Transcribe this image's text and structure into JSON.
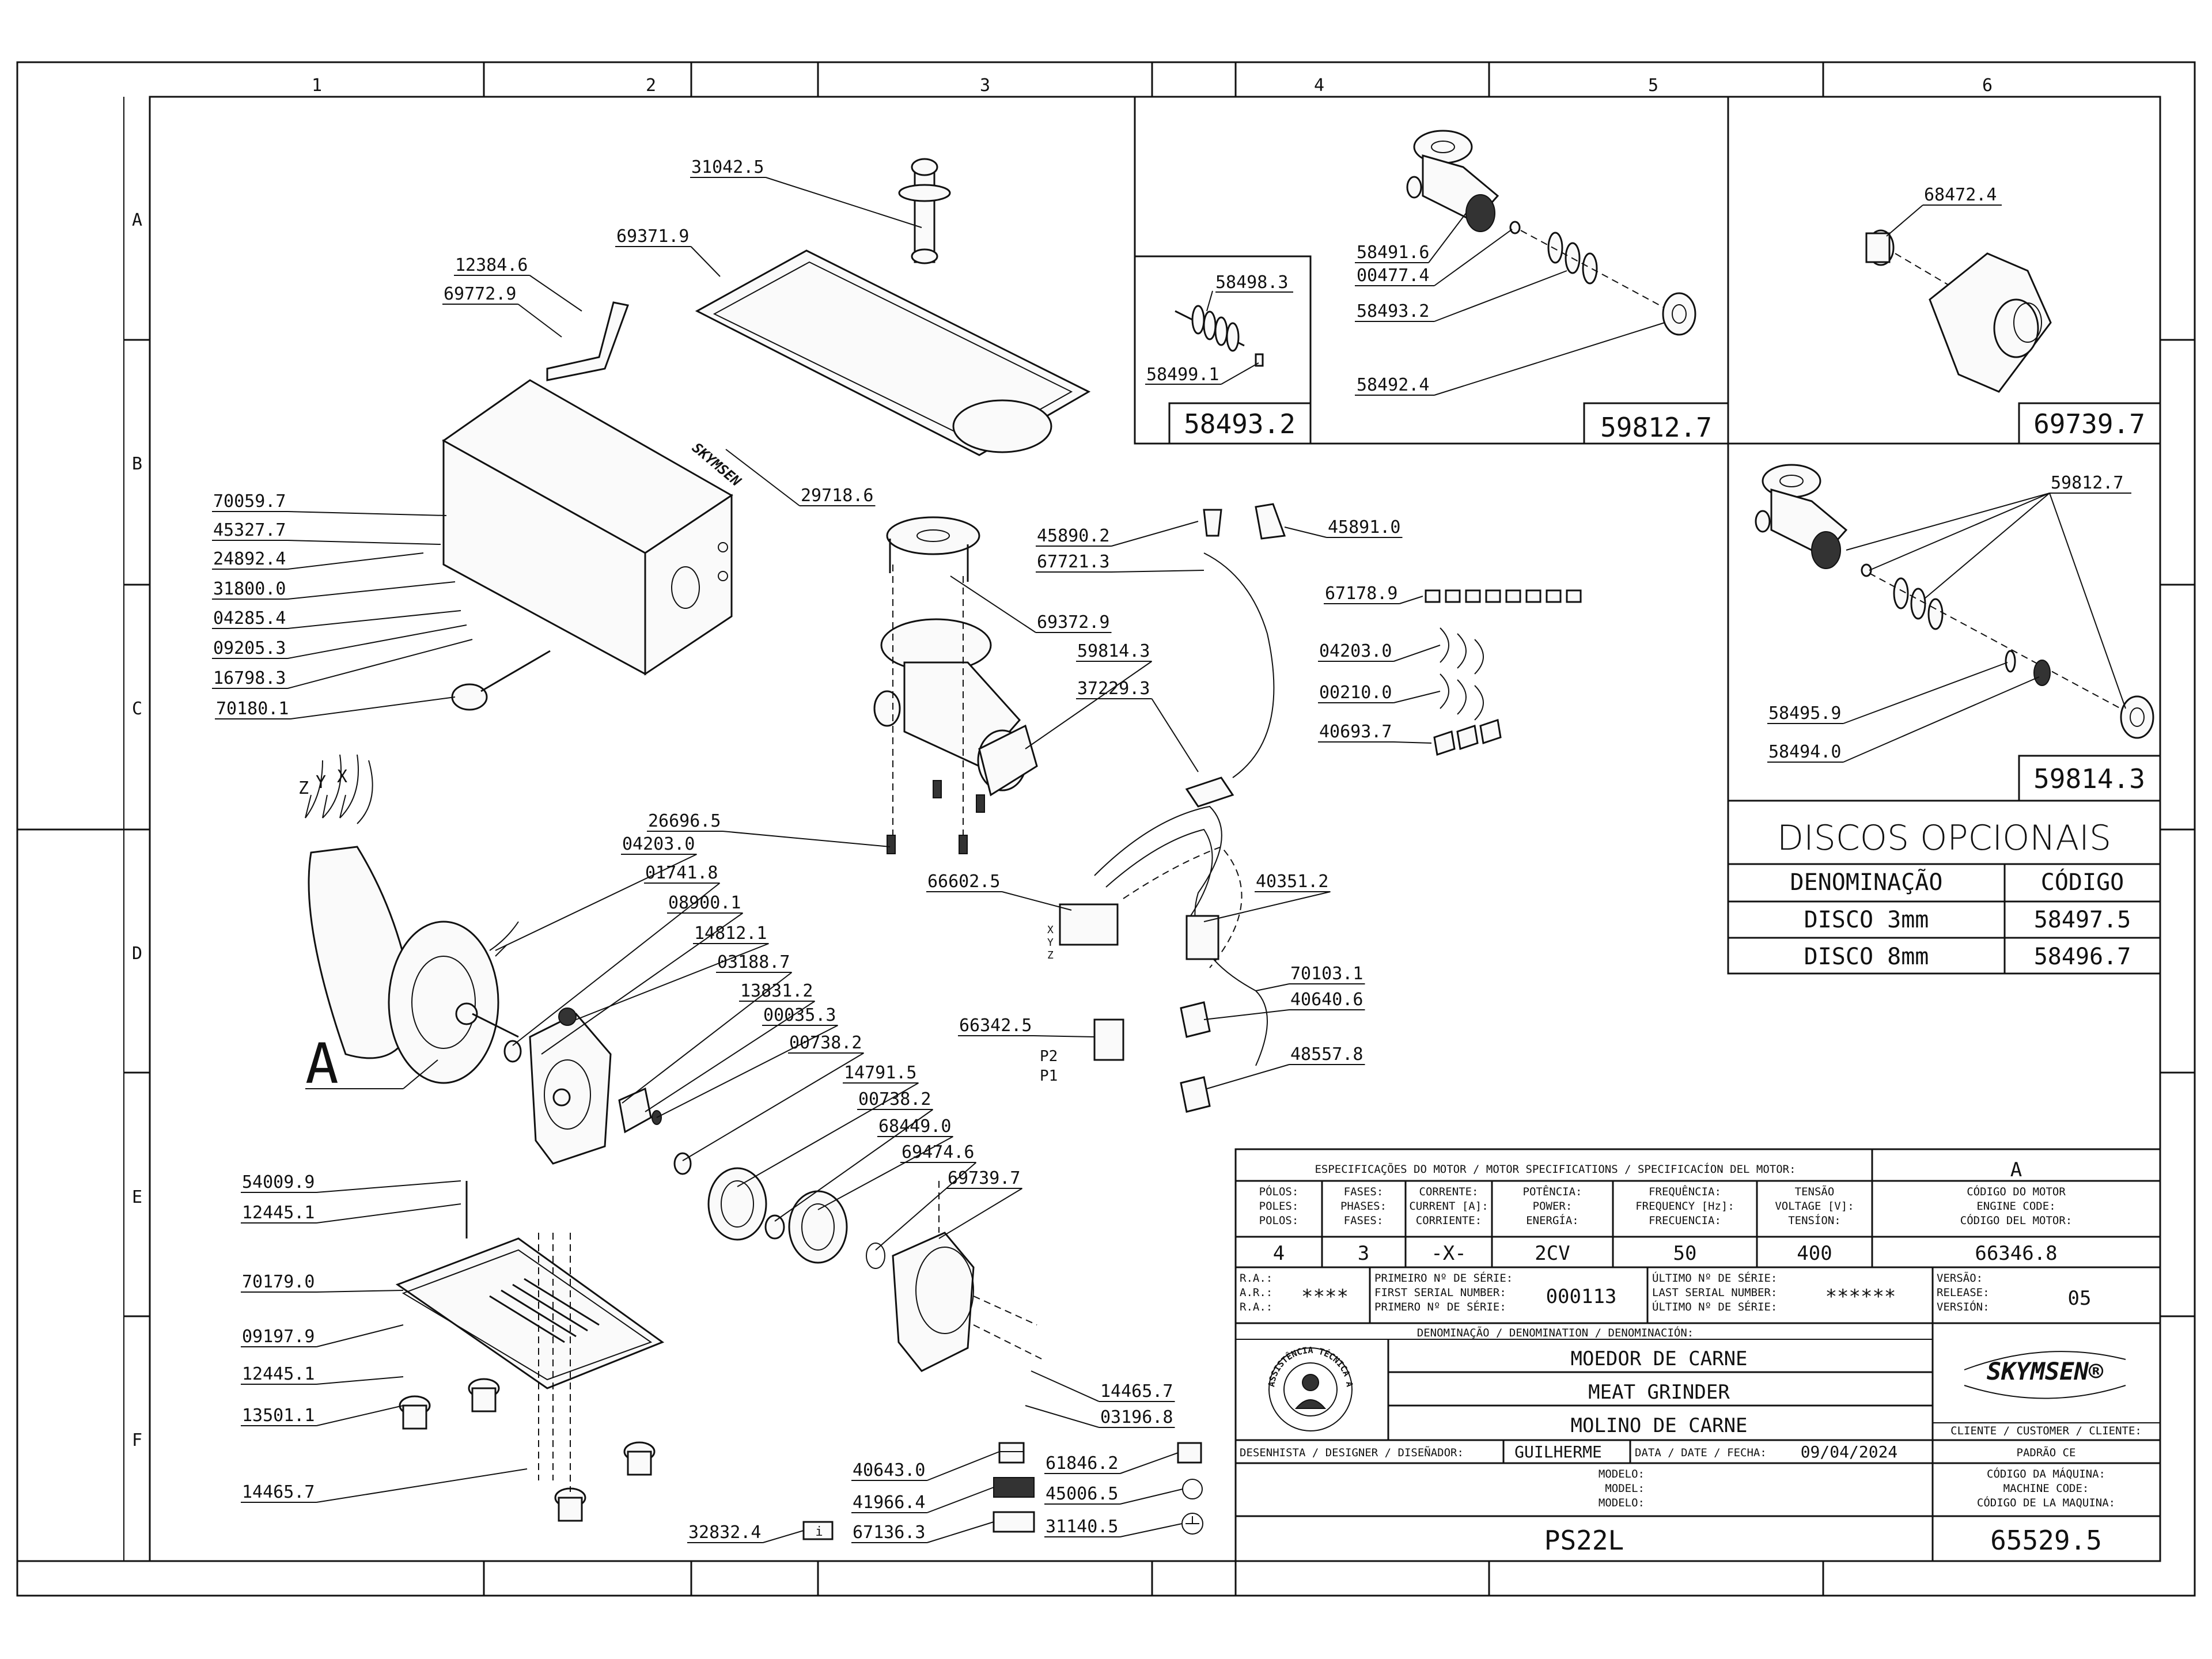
{
  "grid": {
    "columns": [
      "1",
      "2",
      "3",
      "4",
      "5",
      "6"
    ],
    "rows": [
      "A",
      "B",
      "C",
      "D",
      "E",
      "F"
    ]
  },
  "main_view_marker": "A",
  "axes": {
    "z": "Z",
    "y": "Y",
    "x": "X"
  },
  "wire_marks": {
    "x": "X",
    "y": "Y",
    "z": "Z",
    "p1": "P1",
    "p2": "P2"
  },
  "callouts": [
    "31042.5",
    "69371.9",
    "12384.6",
    "69772.9",
    "29718.6",
    "70059.7",
    "45327.7",
    "24892.4",
    "31800.0",
    "04285.4",
    "09205.3",
    "16798.3",
    "70180.1",
    "45890.2",
    "67721.3",
    "45891.0",
    "69372.9",
    "59814.3",
    "37229.3",
    "67178.9",
    "04203.0",
    "00210.0",
    "40693.7",
    "26696.5",
    "04203.0",
    "01741.8",
    "08900.1",
    "14812.1",
    "03188.7",
    "13831.2",
    "00035.3",
    "00738.2",
    "66602.5",
    "40351.2",
    "70103.1",
    "40640.6",
    "66342.5",
    "48557.8",
    "14791.5",
    "00738.2",
    "68449.0",
    "69474.6",
    "69739.7",
    "54009.9",
    "12445.1",
    "70179.0",
    "09197.9",
    "12445.1",
    "13501.1",
    "14465.7",
    "14465.7",
    "03196.8",
    "40643.0",
    "41966.4",
    "67136.3",
    "32832.4",
    "61846.2",
    "45006.5",
    "31140.5"
  ],
  "detail_58493": {
    "code": "58493.2",
    "labels": [
      "58498.3",
      "58499.1"
    ]
  },
  "detail_59812": {
    "code": "59812.7",
    "labels": [
      "58491.6",
      "00477.4",
      "58493.2",
      "58492.4"
    ]
  },
  "detail_69739": {
    "code": "69739.7",
    "labels": [
      "68472.4"
    ]
  },
  "detail_59814": {
    "code": "59814.3",
    "labels": [
      "59812.7",
      "58495.9",
      "58494.0"
    ]
  },
  "optional_discs": {
    "title": "DISCOS OPCIONAIS",
    "headers": [
      "DENOMINAÇÃO",
      "CÓDIGO"
    ],
    "rows": [
      {
        "name": "DISCO 3mm",
        "code": "58497.5"
      },
      {
        "name": "DISCO 8mm",
        "code": "58496.7"
      }
    ]
  },
  "title_block": {
    "motor_spec_title": "ESPECIFICAÇÕES DO MOTOR / MOTOR SPECIFICATIONS / SPECIFICACÍON DEL MOTOR:",
    "revision_letter": "A",
    "columns": [
      {
        "h1": "PÓLOS:",
        "h2": "POLES:",
        "h3": "POLOS:",
        "value": "4"
      },
      {
        "h1": "FASES:",
        "h2": "PHASES:",
        "h3": "FASES:",
        "value": "3"
      },
      {
        "h1": "CORRENTE:",
        "h2": "CURRENT [A]:",
        "h3": "CORRIENTE:",
        "value": "-X-"
      },
      {
        "h1": "POTÊNCIA:",
        "h2": "POWER:",
        "h3": "ENERGÍA:",
        "value": "2CV"
      },
      {
        "h1": "FREQUÊNCIA:",
        "h2": "FREQUENCY [Hz]:",
        "h3": "FRECUENCIA:",
        "value": "50"
      },
      {
        "h1": "TENSÃO",
        "h2": "VOLTAGE [V]:",
        "h3": "TENSÍON:",
        "value": "400"
      }
    ],
    "engine_code_labels": [
      "CÓDIGO DO MOTOR",
      "ENGINE CODE:",
      "CÓDIGO DEL MOTOR:"
    ],
    "engine_code": "66346.8",
    "ra_labels": [
      "R.A.:",
      "A.R.:",
      "R.A.:"
    ],
    "ra_value": "****",
    "first_serial_labels": [
      "PRIMEIRO Nº DE SÉRIE:",
      "FIRST SERIAL NUMBER:",
      "PRIMERO Nº DE SÉRIE:"
    ],
    "first_serial": "000113",
    "last_serial_labels": [
      "ÚLTIMO Nº DE SÉRIE:",
      "LAST SERIAL NUMBER:",
      "ÚLTIMO Nº DE SÉRIE:"
    ],
    "last_serial": "******",
    "version_labels": [
      "VERSÃO:",
      "RELEASE:",
      "VERSIÓN:"
    ],
    "version": "05",
    "denomination_title": "DENOMINAÇÃO / DENOMINATION / DENOMINACIÓN:",
    "names": [
      "MOEDOR DE CARNE",
      "MEAT GRINDER",
      "MOLINO DE CARNE"
    ],
    "logo_ring_top": "ASSISTÊNCIA TÉCNICA AUTORIZADA",
    "brand": "SKYMSEN®",
    "client_label": "CLIENTE / CUSTOMER / CLIENTE:",
    "client": "PADRÃO CE",
    "designer_label": "DESENHISTA / DESIGNER / DISEÑADOR:",
    "designer": "GUILHERME",
    "date_label": "DATA / DATE / FECHA:",
    "date": "09/04/2024",
    "model_labels": [
      "MODELO:",
      "MODEL:",
      "MODELO:"
    ],
    "machine_code_labels": [
      "CÓDIGO DA MÁQUINA:",
      "MACHINE CODE:",
      "CÓDIGO DE LA MAQUINA:"
    ],
    "model": "PS22L",
    "machine_code": "65529.5"
  }
}
